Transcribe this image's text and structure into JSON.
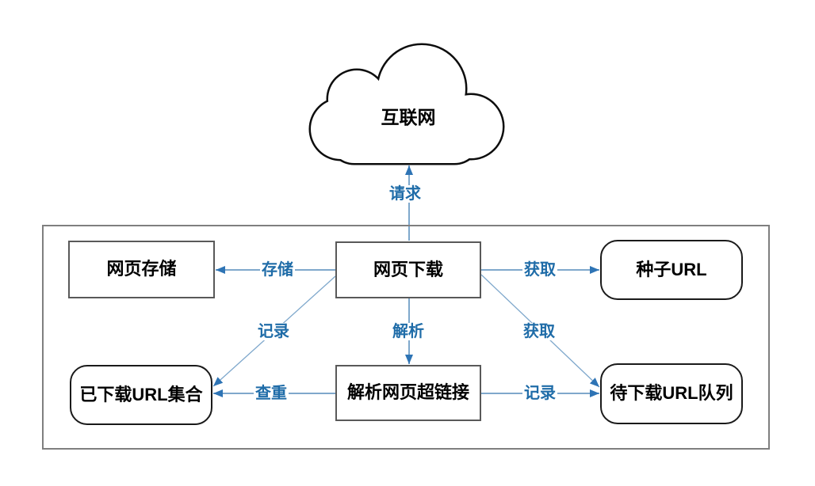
{
  "diagram": {
    "cloud": {
      "label": "互联网"
    },
    "nodes": [
      {
        "id": "web-storage",
        "label": "网页存储",
        "shape": "rect"
      },
      {
        "id": "web-download",
        "label": "网页下载",
        "shape": "rect"
      },
      {
        "id": "seed-url",
        "label": "种子URL",
        "shape": "rounded"
      },
      {
        "id": "downloaded-url-set",
        "label": "已下载URL集合",
        "shape": "rounded"
      },
      {
        "id": "parse-hyperlinks",
        "label": "解析网页超链接",
        "shape": "rect"
      },
      {
        "id": "pending-url-queue",
        "label": "待下载URL队列",
        "shape": "rounded"
      }
    ],
    "edges": [
      {
        "label": "请求",
        "from": "web-download",
        "to": "internet-cloud"
      },
      {
        "label": "存储",
        "from": "web-download",
        "to": "web-storage"
      },
      {
        "label": "获取",
        "from": "web-download",
        "to": "seed-url"
      },
      {
        "label": "记录",
        "from": "web-download",
        "to": "downloaded-url-set"
      },
      {
        "label": "解析",
        "from": "web-download",
        "to": "parse-hyperlinks"
      },
      {
        "label": "获取",
        "from": "web-download",
        "to": "pending-url-queue"
      },
      {
        "label": "查重",
        "from": "parse-hyperlinks",
        "to": "downloaded-url-set"
      },
      {
        "label": "记录",
        "from": "parse-hyperlinks",
        "to": "pending-url-queue"
      }
    ],
    "colors": {
      "line": "#7fa8cc",
      "arrowhead": "#2e74b5",
      "edge_label": "#1f6ca8",
      "rect_border": "#595959",
      "rounded_border": "#1a1a1a",
      "frame_border": "#7f7f7f",
      "cloud_outline": "#0d0d0d"
    }
  }
}
